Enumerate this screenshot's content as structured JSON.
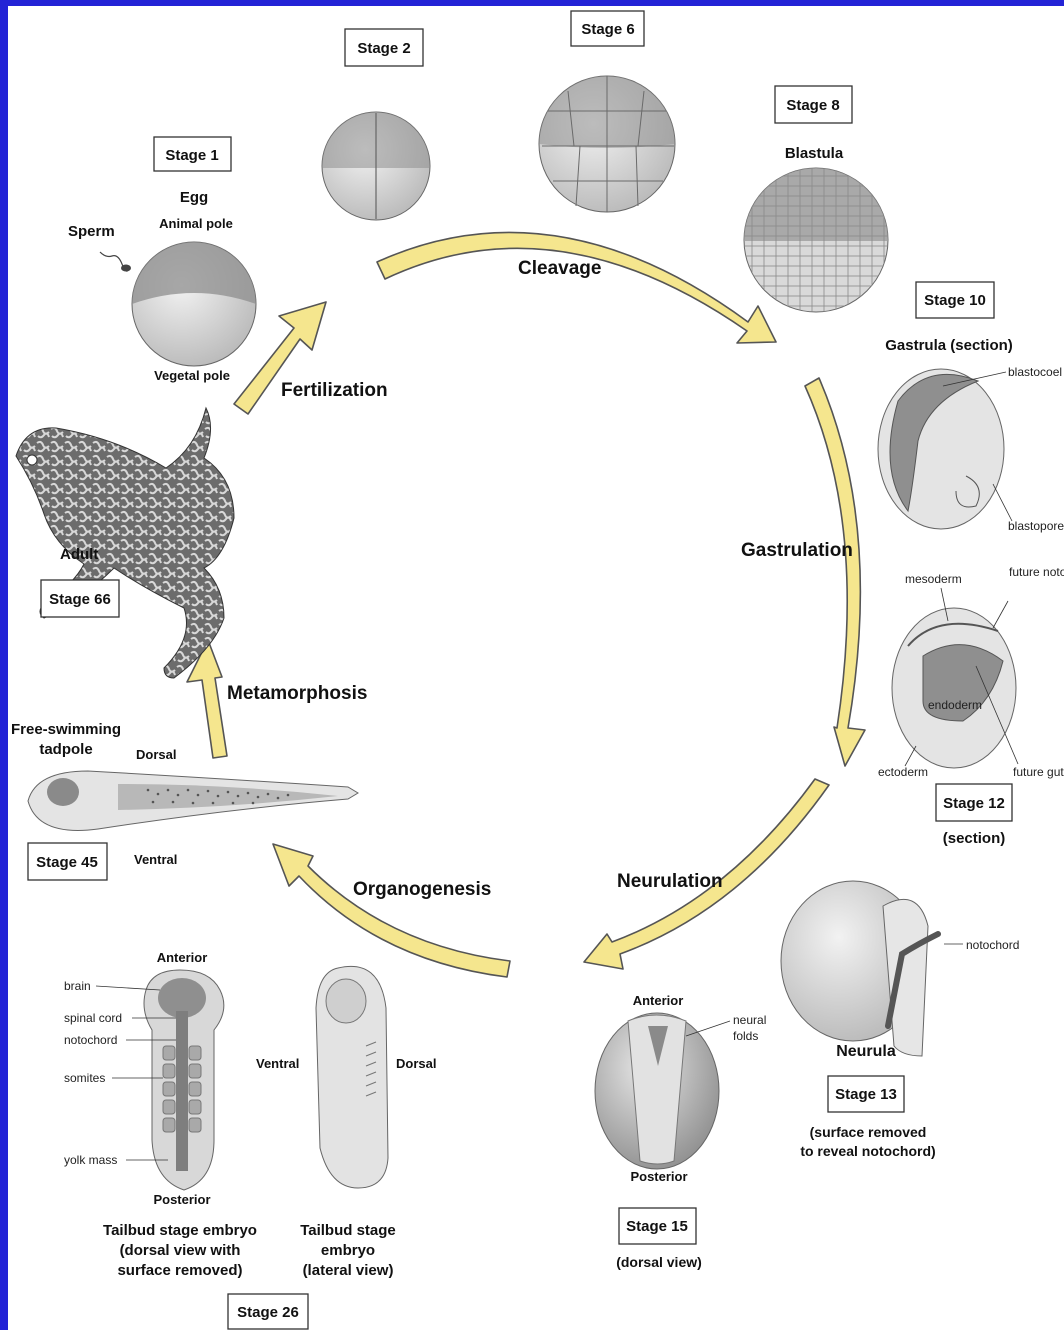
{
  "colors": {
    "frame": "#2323d6",
    "arrow_fill": "#f5e68e",
    "arrow_stroke": "#555555",
    "embryo_dark": "#9a9a9a",
    "embryo_light": "#d2d2d2"
  },
  "processes": {
    "fertilization": "Fertilization",
    "cleavage": "Cleavage",
    "gastrulation": "Gastrulation",
    "neurulation": "Neurulation",
    "organogenesis": "Organogenesis",
    "metamorphosis": "Metamorphosis"
  },
  "stage1": {
    "box": "Stage 1",
    "title": "Egg",
    "sperm": "Sperm",
    "animal_pole": "Animal pole",
    "vegetal_pole": "Vegetal pole"
  },
  "stage2": {
    "box": "Stage 2"
  },
  "stage6": {
    "box": "Stage 6"
  },
  "stage8": {
    "box": "Stage 8",
    "title": "Blastula"
  },
  "stage10": {
    "box": "Stage 10",
    "title": "Gastrula (section)",
    "blastocoel": "blastocoel",
    "blastopore": "blastopore"
  },
  "stage12": {
    "box": "Stage 12",
    "caption": "(section)",
    "mesoderm": "mesoderm",
    "future_notochord": "future notochord",
    "endoderm": "endoderm",
    "ectoderm": "ectoderm",
    "future_gut": "future gut"
  },
  "stage13": {
    "box": "Stage 13",
    "title": "Neurula",
    "notochord": "notochord",
    "caption1": "(surface removed",
    "caption2": "to reveal notochord)"
  },
  "stage15": {
    "box": "Stage 15",
    "anterior": "Anterior",
    "posterior": "Posterior",
    "neural_folds1": "neural",
    "neural_folds2": "folds",
    "caption": "(dorsal view)"
  },
  "stage26": {
    "box": "Stage 26",
    "anterior": "Anterior",
    "posterior": "Posterior",
    "brain": "brain",
    "spinal_cord": "spinal cord",
    "notochord": "notochord",
    "somites": "somites",
    "yolk_mass": "yolk mass",
    "ventral": "Ventral",
    "dorsal": "Dorsal",
    "caption_a1": "Tailbud stage embryo",
    "caption_a2": "(dorsal view with",
    "caption_a3": "surface removed)",
    "caption_b1": "Tailbud stage",
    "caption_b2": "embryo",
    "caption_b3": "(lateral view)"
  },
  "stage45": {
    "box": "Stage 45",
    "title1": "Free-swimming",
    "title2": "tadpole",
    "dorsal": "Dorsal",
    "ventral": "Ventral"
  },
  "stage66": {
    "box": "Stage 66",
    "title": "Adult"
  }
}
